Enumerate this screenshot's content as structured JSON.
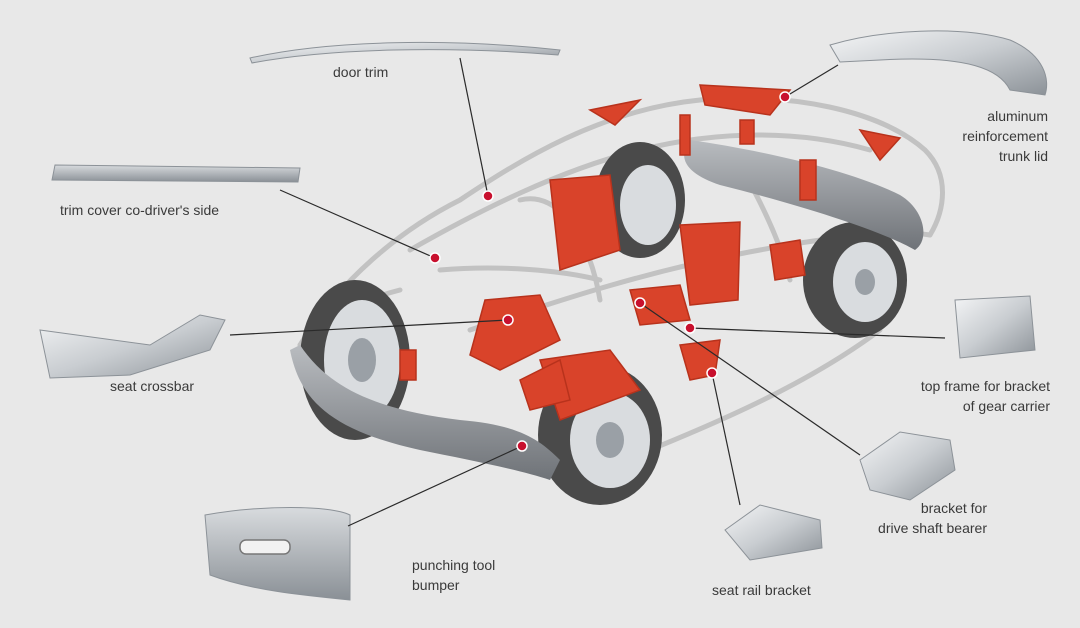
{
  "colors": {
    "background": "#e8e8e8",
    "part_red": "#d9432a",
    "part_red_dark": "#b8321c",
    "metal_light": "#e2e4e6",
    "metal_dark": "#9aa0a6",
    "car_outline": "#c4c4c4",
    "bumper_grey": "#8e9196",
    "tire": "#4a4a4a",
    "leader_line": "#2a2a2a",
    "marker_red": "#c8102e"
  },
  "labels": {
    "door_trim": "door trim",
    "trim_cover": "trim cover co-driver's side",
    "aluminum_lines": [
      "aluminum",
      "reinforcement",
      "trunk lid"
    ],
    "seat_crossbar": "seat crossbar",
    "top_frame_lines": [
      "top frame for bracket",
      "of gear carrier"
    ],
    "bracket_lines": [
      "bracket for",
      "drive shaft bearer"
    ],
    "seat_rail": "seat rail bracket",
    "punching_lines": [
      "punching tool",
      "bumper"
    ]
  }
}
